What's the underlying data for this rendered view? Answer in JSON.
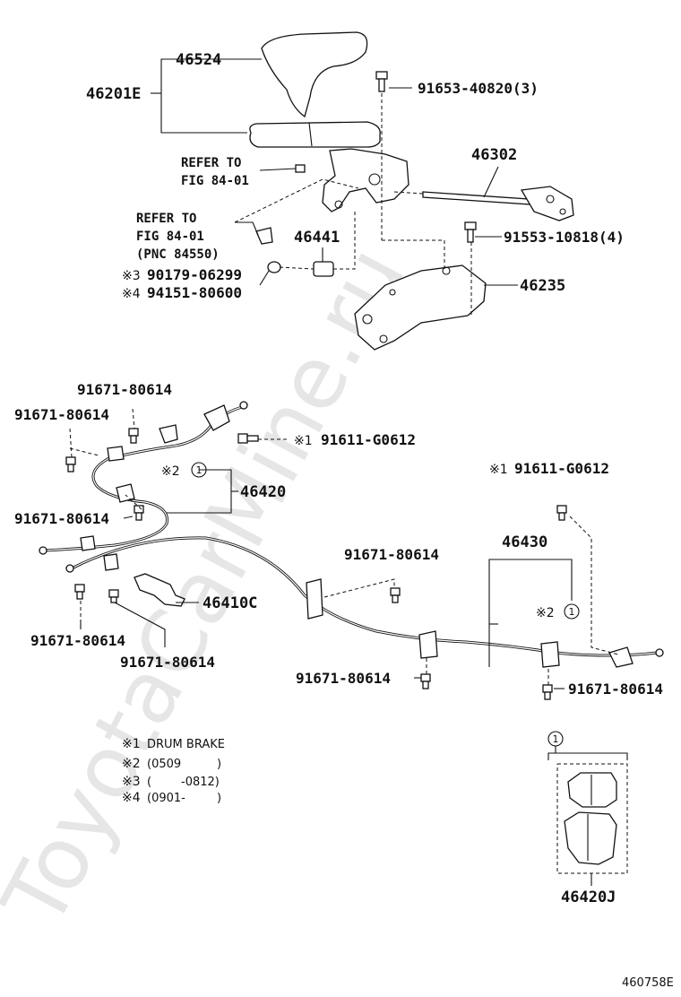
{
  "watermark": "ToyotaCarMine.ru",
  "parts": {
    "p46524": "46524",
    "p46201E": "46201E",
    "p91653": "91653-40820(3)",
    "p46302": "46302",
    "p91553": "91553-10818(4)",
    "p46441": "46441",
    "p46235": "46235",
    "p90179": "90179-06299",
    "p94151": "94151-80600",
    "p46420": "46420",
    "p46430": "46430",
    "p46410C": "46410C",
    "p46420J": "46420J",
    "p91611a": "91611-G0612",
    "p91611b": "91611-G0612",
    "p91671": "91671-80614"
  },
  "refs": {
    "refer_to": "REFER TO",
    "fig_84_01": "FIG 84-01",
    "pnc": "(PNC 84550)"
  },
  "marks": {
    "m1": "※1",
    "m2": "※2",
    "m3": "※3",
    "m4": "※4",
    "circle1": "1"
  },
  "notes": {
    "n1_mark": "※1",
    "n1_text": "DRUM BRAKE",
    "n2_mark": "※2",
    "n2_open": "(0509",
    "n2_close": ")",
    "n3_mark": "※3",
    "n3_open": "(",
    "n3_text": "-0812)",
    "n4_mark": "※4",
    "n4_open": "(0901-",
    "n4_close": ")"
  },
  "diagram_code": "460758E"
}
